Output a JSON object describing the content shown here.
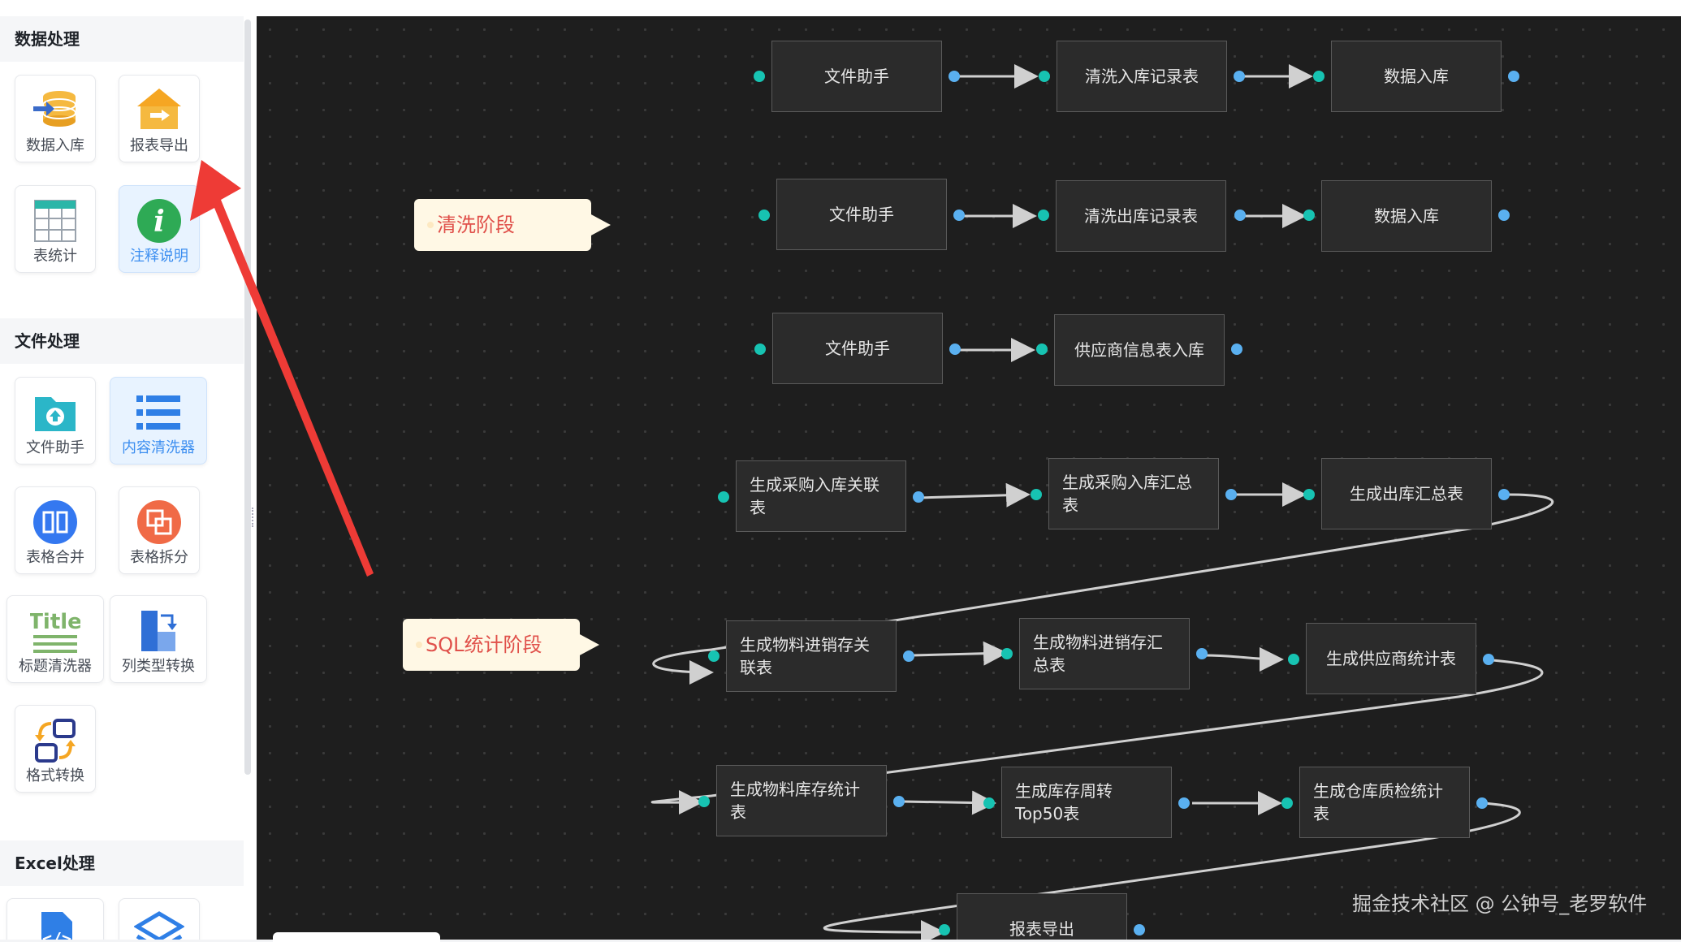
{
  "sidebar": {
    "sections": [
      {
        "title": "数据处理",
        "items": [
          {
            "label": "数据入库",
            "icon": "database-import-icon"
          },
          {
            "label": "报表导出",
            "icon": "report-export-icon"
          },
          {
            "label": "表统计",
            "icon": "table-stats-icon"
          },
          {
            "label": "注释说明",
            "icon": "info-icon",
            "active": true
          }
        ]
      },
      {
        "title": "文件处理",
        "items": [
          {
            "label": "文件助手",
            "icon": "folder-upload-icon"
          },
          {
            "label": "内容清洗器",
            "icon": "list-icon",
            "active": true
          },
          {
            "label": "表格合并",
            "icon": "merge-icon"
          },
          {
            "label": "表格拆分",
            "icon": "split-icon"
          },
          {
            "label": "标题清洗器",
            "icon": "title-icon"
          },
          {
            "label": "列类型转换",
            "icon": "column-convert-icon"
          },
          {
            "label": "格式转换",
            "icon": "format-convert-icon"
          }
        ]
      },
      {
        "title": "Excel处理",
        "items": [
          {
            "label": "",
            "icon": "code-file-icon"
          },
          {
            "label": "",
            "icon": "layers-icon"
          }
        ]
      }
    ]
  },
  "canvas": {
    "callouts": [
      "清洗阶段",
      "SQL统计阶段"
    ],
    "nodes": [
      "文件助手",
      "清洗入库记录表",
      "数据入库",
      "文件助手",
      "清洗出库记录表",
      "数据入库",
      "文件助手",
      "供应商信息表入库",
      "生成采购入库关联表",
      "生成采购入库汇总表",
      "生成出库汇总表",
      "生成物料进销存关联表",
      "生成物料进销存汇总表",
      "生成供应商统计表",
      "生成物料库存统计表",
      "生成库存周转Top50表",
      "生成仓库质检统计表",
      "报表导出"
    ],
    "watermark": "掘金技术社区 @ 公钟号_老罗软件"
  },
  "colors": {
    "canvas_bg": "#1e1e1e",
    "port_in": "#17c3b2",
    "port_out": "#5ab0f0",
    "callout_text": "#e0504a",
    "arrow": "#ee3b36",
    "active": "#3c8ef0"
  }
}
